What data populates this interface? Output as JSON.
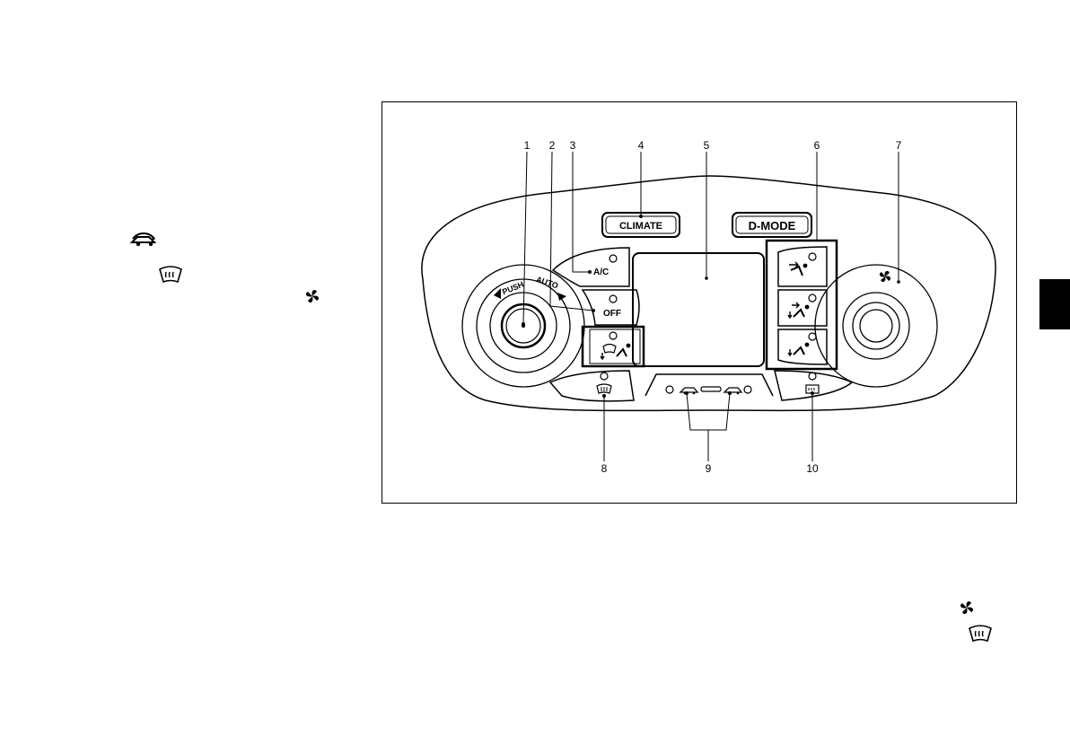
{
  "figure": {
    "callouts": [
      "1",
      "2",
      "3",
      "4",
      "5",
      "6",
      "7",
      "8",
      "9",
      "10"
    ],
    "buttons": {
      "climate": "CLIMATE",
      "d_mode": "D-MODE",
      "ac": "A/C",
      "off": "OFF",
      "push": "PUSH",
      "auto": "AUTO"
    }
  },
  "icons": {
    "recirc": "recirculation-icon",
    "defrost": "front-defroster-icon",
    "fan": "fan-icon",
    "rear_defrost": "rear-defroster-icon",
    "vent": "vent-mode-icon",
    "bilevel": "bi-level-mode-icon",
    "foot": "foot-mode-icon",
    "foot_defrost": "foot-defrost-mode-icon"
  }
}
